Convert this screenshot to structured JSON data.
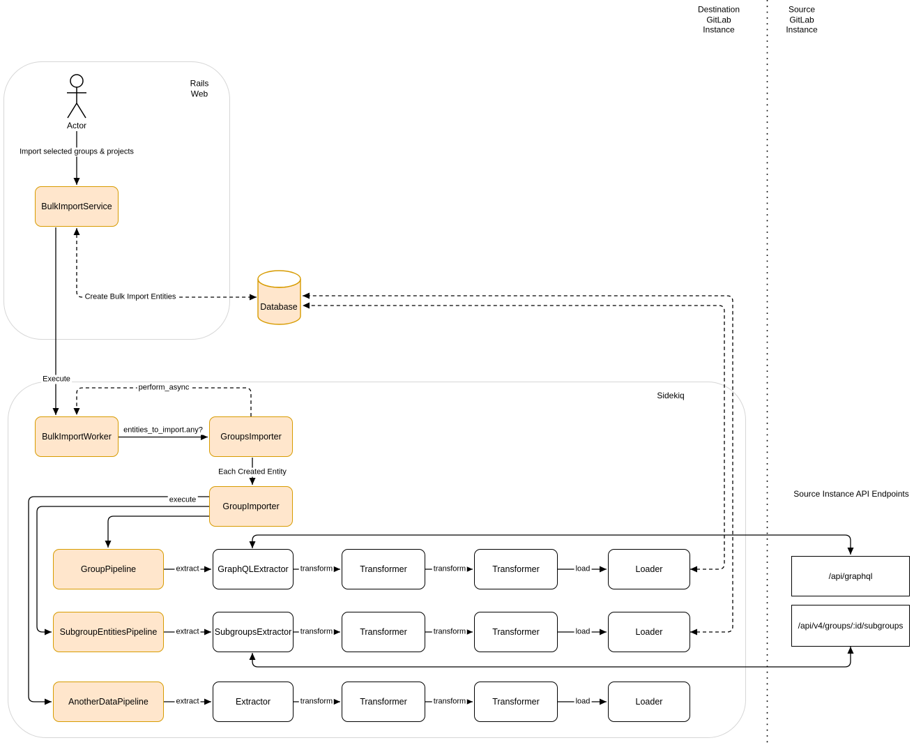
{
  "regions": {
    "destination_instance": "Destination\nGitLab\nInstance",
    "source_instance": "Source\nGitLab\nInstance",
    "rails_web": "Rails\nWeb",
    "sidekiq": "Sidekiq",
    "api_endpoints_title": "Source Instance API Endpoints"
  },
  "nodes": {
    "actor": "Actor",
    "bulk_import_service": "BulkImportService",
    "database": "Database",
    "bulk_import_worker": "BulkImportWorker",
    "groups_importer": "GroupsImporter",
    "group_importer": "GroupImporter",
    "group_pipeline": "GroupPipeline",
    "subgroup_entities_pipeline": "SubgroupEntitiesPipeline",
    "another_data_pipeline": "AnotherDataPipeline",
    "graphql_extractor": "GraphQLExtractor",
    "subgroups_extractor": "SubgroupsExtractor",
    "extractor": "Extractor",
    "transformer": "Transformer",
    "loader": "Loader",
    "api_graphql": "/api/graphql",
    "api_subgroups": "/api/v4/groups/:id/subgroups"
  },
  "edges": {
    "import_selected": "Import selected groups & projects",
    "create_bulk_import_entities": "Create Bulk Import Entities",
    "execute_service": "Execute",
    "perform_async": "perform_async",
    "entities_to_import": "entities_to_import.any?",
    "each_created_entity": "Each Created Entity",
    "execute_pipeline": "execute",
    "extract": "extract",
    "transform": "transform",
    "load": "load"
  },
  "colors": {
    "node_fill": "#FFE6CC",
    "node_stroke": "#D79B00",
    "container_stroke": "#D6D6D6",
    "line": "#000000"
  }
}
